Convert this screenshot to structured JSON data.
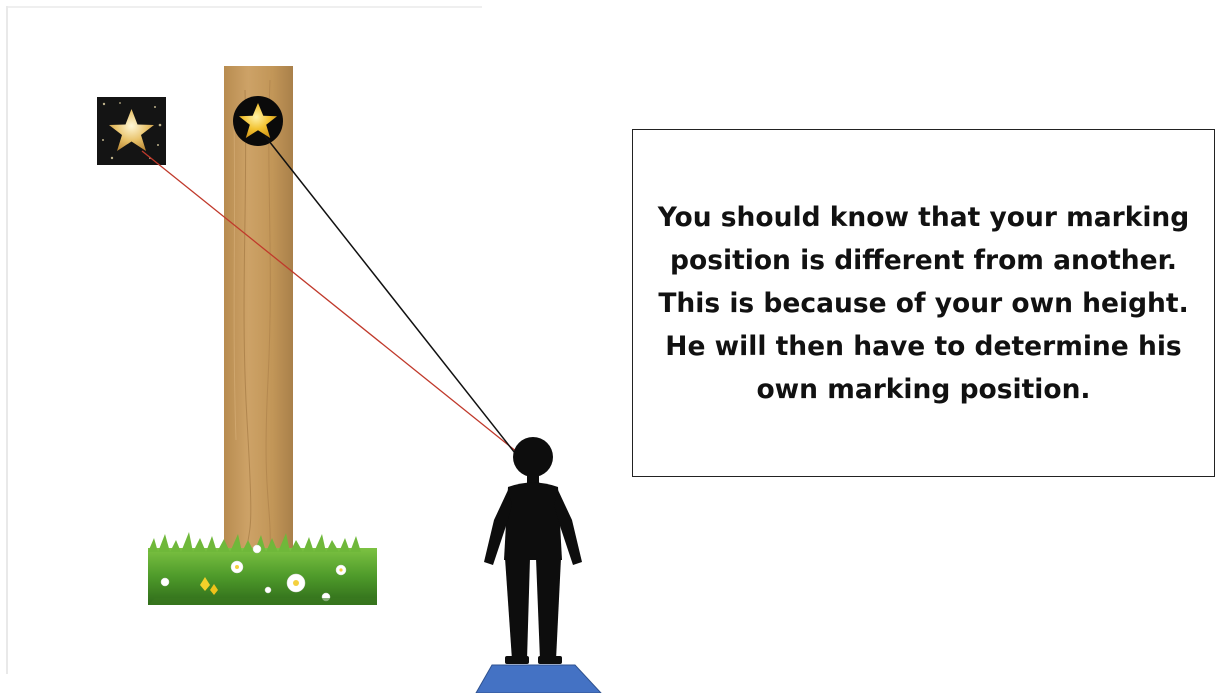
{
  "scene": {
    "objects": {
      "pole": "wooden-pole",
      "pole_star": "gold-star-in-black-circle",
      "reference_star": "gold-star-on-dark-square",
      "grass": "grass-with-daisies",
      "person": "standing-person-silhouette",
      "platform": "blue-trapezoid-platform"
    },
    "sight_lines": [
      {
        "name": "to-pole-star",
        "color": "#111111"
      },
      {
        "name": "to-reference-star",
        "color": "#c0392b"
      }
    ],
    "colors": {
      "wood": "#c49a5e",
      "star": "#f2c230",
      "person": "#0d0d0d",
      "platform": "#4472c4"
    }
  },
  "note": {
    "text": "You should know that your marking position is different from another. This is because of your own height. He will then have to determine his own marking position."
  }
}
